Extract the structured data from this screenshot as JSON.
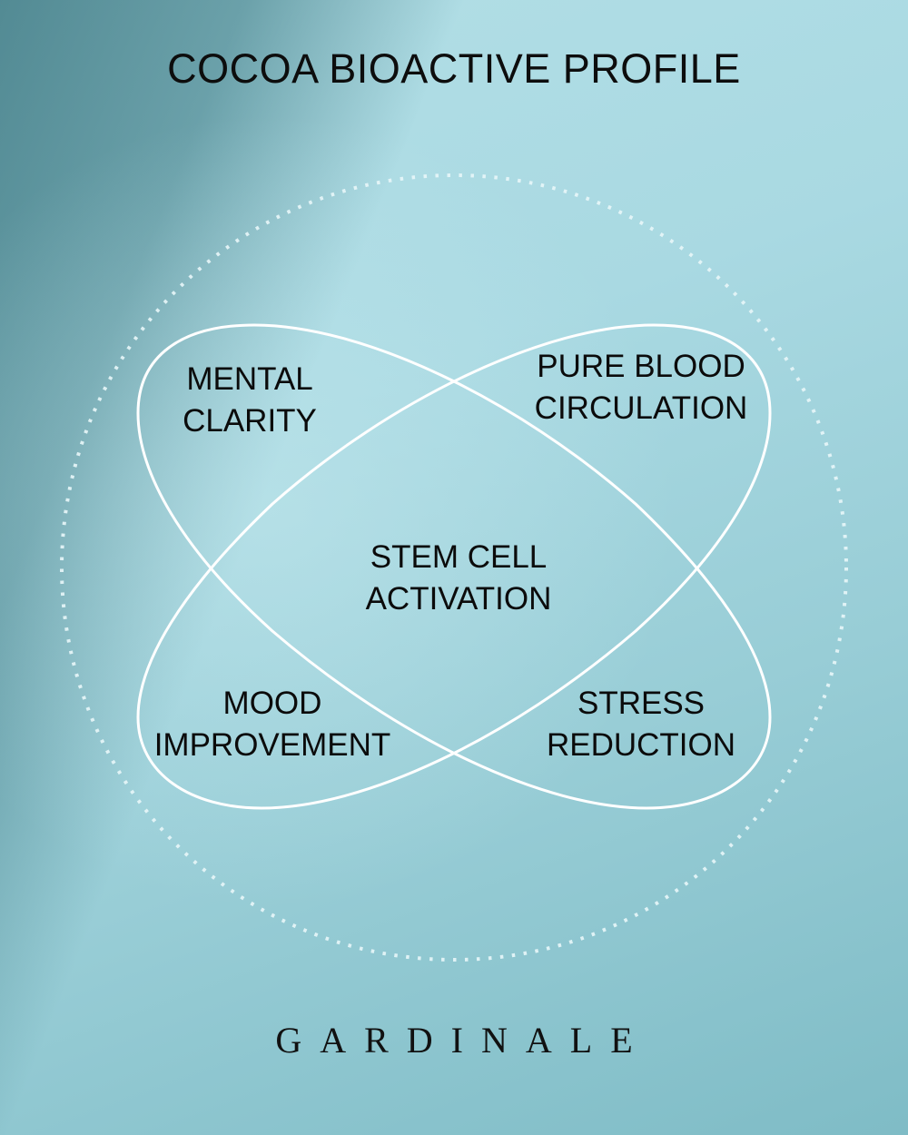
{
  "title": "COCOA BIOACTIVE PROFILE",
  "labels": {
    "top_left": [
      "MENTAL",
      "CLARITY"
    ],
    "top_right": [
      "PURE BLOOD",
      "CIRCULATION"
    ],
    "center": [
      "STEM CELL",
      "ACTIVATION"
    ],
    "bottom_left": [
      "MOOD",
      "IMPROVEMENT"
    ],
    "bottom_right": [
      "STRESS",
      "REDUCTION"
    ]
  },
  "brand": "GARDINALE",
  "colors": {
    "background": "#a9d9e2",
    "lines": "#ffffff",
    "text": "#0b0b0b"
  }
}
